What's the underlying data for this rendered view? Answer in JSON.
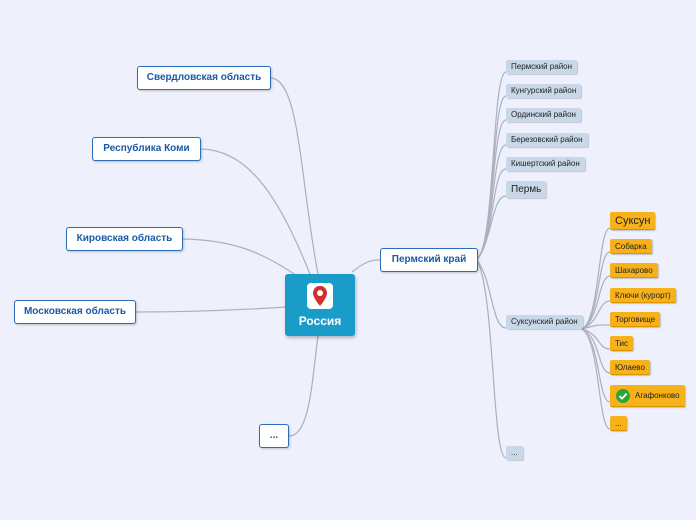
{
  "central": {
    "label": "Россия",
    "icon": "map-pin-icon",
    "color": "#1a9cc9"
  },
  "left_topics": [
    {
      "label": "Свердловская область"
    },
    {
      "label": "Республика Коми"
    },
    {
      "label": "Кировская область"
    },
    {
      "label": "Московская область"
    },
    {
      "label": "..."
    }
  ],
  "perm": {
    "label": "Пермский край",
    "children": [
      {
        "label": "Пермский район"
      },
      {
        "label": "Кунгурский район"
      },
      {
        "label": "Ординский район"
      },
      {
        "label": "Березовский район"
      },
      {
        "label": "Кишертский район"
      },
      {
        "label": "Пермь"
      },
      {
        "label": "Суксунский район"
      },
      {
        "label": "..."
      }
    ],
    "suksun_children": [
      {
        "label": "Суксун"
      },
      {
        "label": "Собарка"
      },
      {
        "label": "Шахарово"
      },
      {
        "label": "Ключи (курорт)"
      },
      {
        "label": "Торговище"
      },
      {
        "label": "Тис"
      },
      {
        "label": "Юлаево"
      },
      {
        "label": "Агафонково",
        "icon": "checkmark-icon"
      },
      {
        "label": "..."
      }
    ]
  },
  "colors": {
    "main_border": "#2a6db8",
    "sub_fill": "#c9d8e8",
    "leaf_fill": "#f7b21b",
    "link": "#a9b0c0"
  }
}
